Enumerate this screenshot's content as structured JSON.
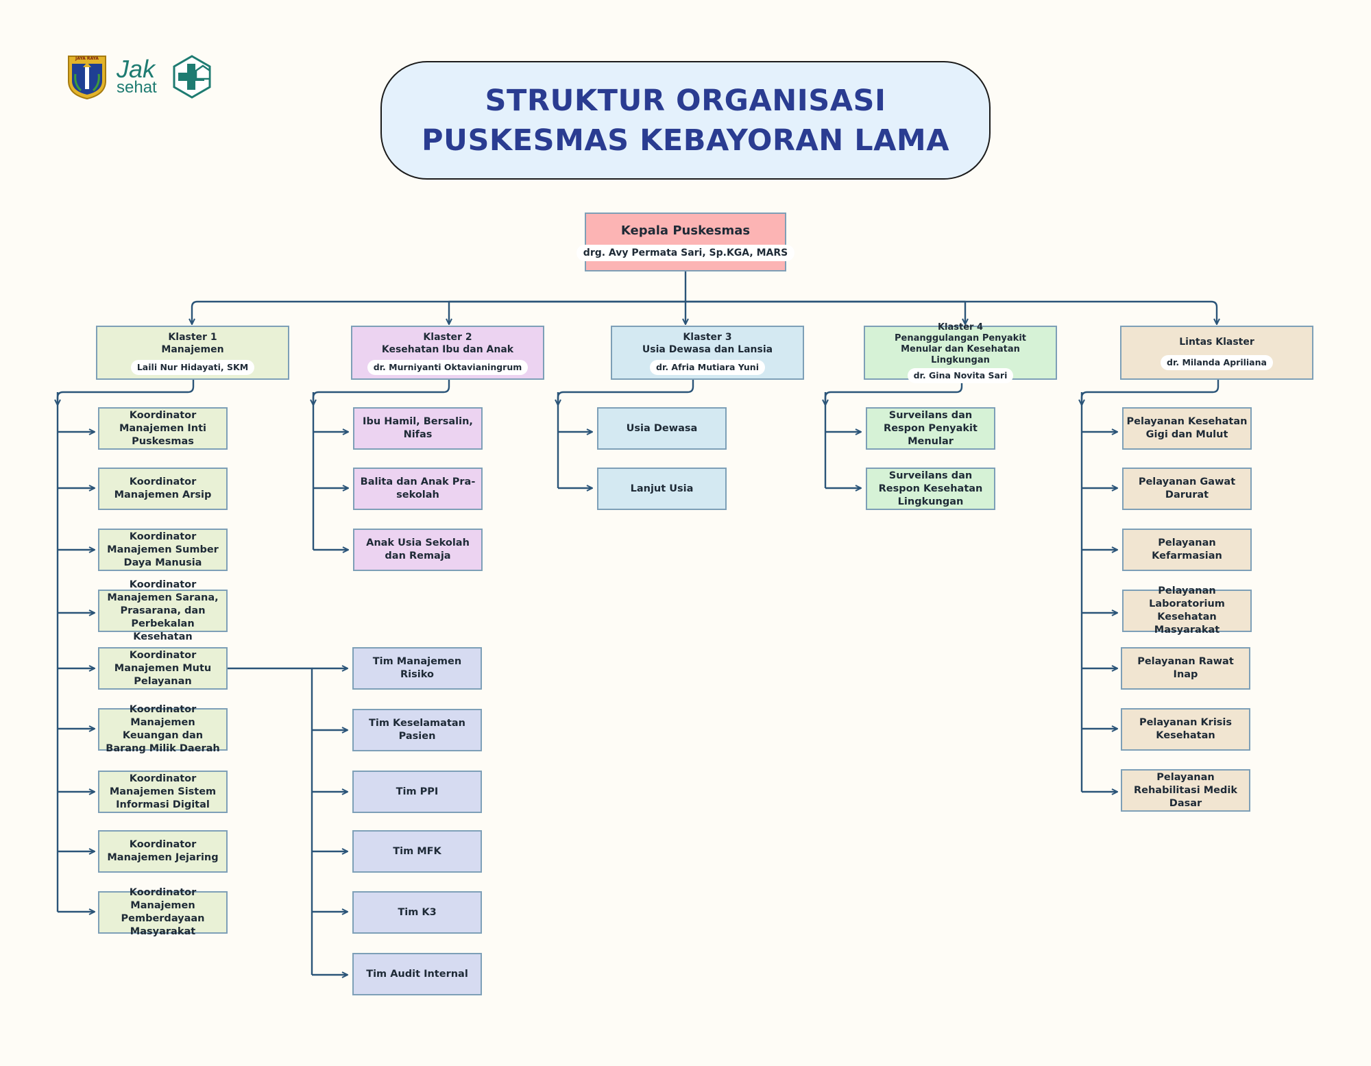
{
  "logos": {
    "emblem_text": "JAYA RAYA",
    "jak_text": "Jak",
    "sehat_text": "sehat",
    "primary_color": "#1e7b71"
  },
  "title": {
    "line1": "STRUKTUR ORGANISASI",
    "line2": "PUSKESMAS KEBAYORAN LAMA"
  },
  "kepala": {
    "title": "Kepala Puskesmas",
    "name": "drg. Avy Permata Sari, Sp.KGA, MARS"
  },
  "clusters": [
    {
      "line1": "Klaster 1",
      "line2": "Manajemen",
      "name": "Laili Nur Hidayati, SKM"
    },
    {
      "line1": "Klaster 2",
      "line2": "Kesehatan Ibu dan Anak",
      "name": "dr. Murniyanti Oktavianingrum"
    },
    {
      "line1": "Klaster 3",
      "line2": "Usia Dewasa dan Lansia",
      "name": "dr. Afria Mutiara Yuni"
    },
    {
      "line1": "Klaster 4",
      "line2": "Penanggulangan Penyakit Menular dan Kesehatan Lingkungan",
      "name": "dr. Gina Novita Sari"
    },
    {
      "line1": "Lintas Klaster",
      "line2": "",
      "name": "dr. Milanda Apriliana"
    }
  ],
  "klaster1_items": [
    "Koordinator Manajemen Inti Puskesmas",
    "Koordinator Manajemen Arsip",
    "Koordinator Manajemen Sumber Daya Manusia",
    "Koordinator Manajemen Sarana, Prasarana, dan Perbekalan Kesehatan",
    "Koordinator Manajemen Mutu Pelayanan",
    "Koordinator Manajemen Keuangan dan Barang Milik Daerah",
    "Koordinator Manajemen Sistem Informasi Digital",
    "Koordinator Manajemen Jejaring",
    "Koordinator Manajemen Pemberdayaan Masyarakat"
  ],
  "klaster2_items": [
    "Ibu Hamil, Bersalin, Nifas",
    "Balita dan Anak Pra-sekolah",
    "Anak Usia Sekolah dan Remaja"
  ],
  "klaster3_items": [
    "Usia Dewasa",
    "Lanjut Usia"
  ],
  "klaster4_items": [
    "Surveilans dan Respon Penyakit Menular",
    "Surveilans dan Respon Kesehatan Lingkungan"
  ],
  "lintas_items": [
    "Pelayanan Kesehatan Gigi dan Mulut",
    "Pelayanan Gawat Darurat",
    "Pelayanan Kefarmasian",
    "Pelayanan Laboratorium Kesehatan Masyarakat",
    "Pelayanan Rawat Inap",
    "Pelayanan Krisis Kesehatan",
    "Pelayanan Rehabilitasi Medik Dasar"
  ],
  "mutu_teams": [
    "Tim Manajemen Risiko",
    "Tim Keselamatan Pasien",
    "Tim PPI",
    "Tim MFK",
    "Tim K3",
    "Tim Audit Internal"
  ],
  "colors": {
    "line": "#2a5478",
    "kepala": "#fcb4b4",
    "klaster1": "#e9f1d6",
    "klaster2": "#ecd3f1",
    "klaster3": "#d4e9f2",
    "klaster4": "#d6f2d6",
    "lintas": "#f1e5d1",
    "teams": "#d6dbf1"
  }
}
